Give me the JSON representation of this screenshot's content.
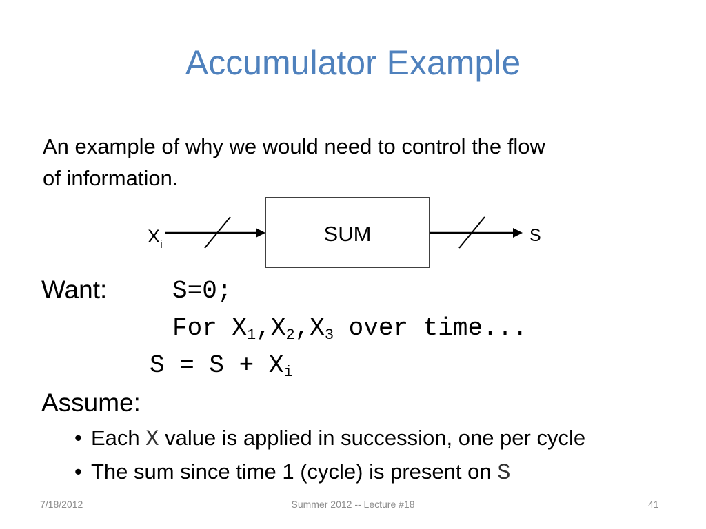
{
  "slide": {
    "title": "Accumulator Example",
    "intro": "An example of why we would need to control the flow of information."
  },
  "diagram": {
    "input_label": "X",
    "input_subscript": "i",
    "box_label": "SUM",
    "output_label": "S"
  },
  "want": {
    "label": "Want:",
    "line1": "S=0;",
    "line2_prefix": "For ",
    "x": "X",
    "sub1": "1",
    "sub2": "2",
    "sub3": "3",
    "comma": ",",
    "line2_suffix": " over time...",
    "line3_prefix": "S = S + X",
    "line3_sub": "i"
  },
  "assume": {
    "label": "Assume:",
    "bullet": "•",
    "b1_pre": "Each ",
    "b1_code": "X",
    "b1_post": " value is applied in succession, one per cycle",
    "b2_pre": "The sum since time 1 (cycle) is present on ",
    "b2_code": "S"
  },
  "footer": {
    "date": "7/18/2012",
    "center": "Summer 2012 -- Lecture #18",
    "page": "41"
  }
}
